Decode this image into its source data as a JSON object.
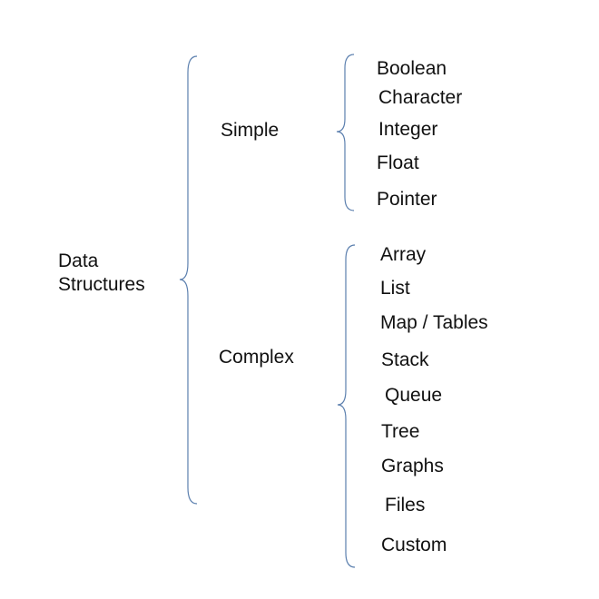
{
  "root": {
    "line1": "Data",
    "line2": "Structures"
  },
  "simple": {
    "label": "Simple",
    "items": [
      "Boolean",
      "Character",
      "Integer",
      "Float",
      "Pointer"
    ]
  },
  "complex": {
    "label": "Complex",
    "items": [
      "Array",
      "List",
      "Map / Tables",
      "Stack",
      "Queue",
      "Tree",
      "Graphs",
      "Files",
      "Custom"
    ]
  },
  "colors": {
    "brace": "#5b7fae",
    "text": "#111111",
    "background": "#ffffff"
  }
}
